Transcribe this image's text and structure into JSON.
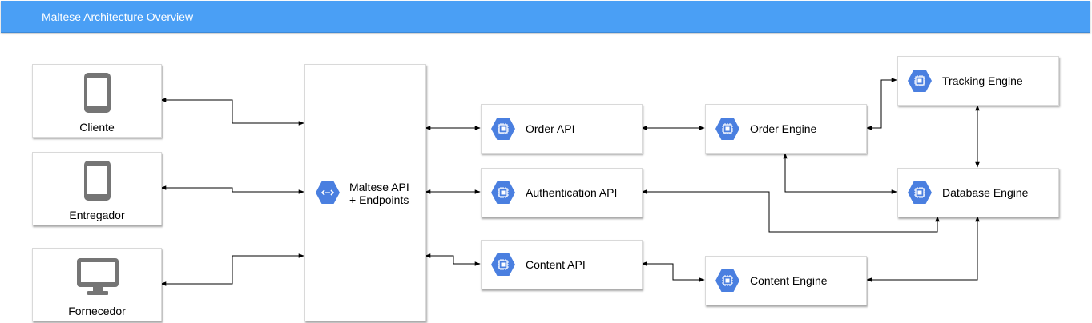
{
  "header": {
    "title": "Maltese Architecture Overview"
  },
  "clients": {
    "cliente": "Cliente",
    "entregador": "Entregador",
    "fornecedor": "Fornecedor"
  },
  "gateway": {
    "line1": "Maltese API",
    "line2": "+ Endpoints"
  },
  "services": {
    "order_api": "Order API",
    "authentication_api": "Authentication API",
    "content_api": "Content API",
    "order_engine": "Order Engine",
    "content_engine": "Content Engine",
    "tracking_engine": "Tracking Engine",
    "database_engine": "Database Engine"
  },
  "colors": {
    "header_bg": "#4a9ff5",
    "service_icon": "#4a7fe0",
    "device_icon": "#757575"
  },
  "icons": {
    "mobile": "smartphone-icon",
    "desktop": "monitor-icon",
    "gateway": "endpoints-icon",
    "service": "compute-engine-icon"
  }
}
